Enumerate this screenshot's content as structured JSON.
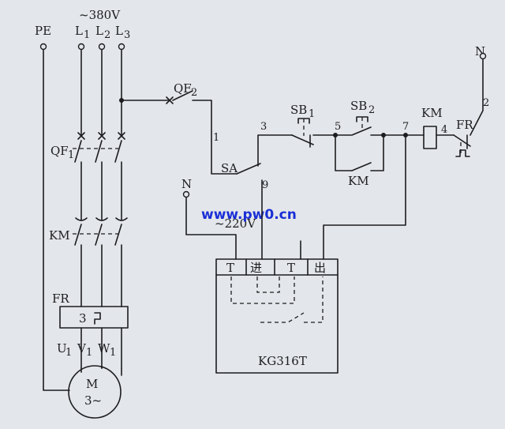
{
  "supply": {
    "voltage": "~380V",
    "pe": "PE",
    "l1": "L",
    "l1_sub": "1",
    "l2": "L",
    "l2_sub": "2",
    "l3": "L",
    "l3_sub": "3"
  },
  "breakers": {
    "qf1": "QF",
    "qf1_sub": "1",
    "qf2": "QF",
    "qf2_sub": "2"
  },
  "contactor": {
    "km_main": "KM",
    "km_coil": "KM",
    "km_aux": "KM"
  },
  "overload": {
    "fr_main": "FR",
    "fr_box_number": "3",
    "fr_contact": "FR"
  },
  "motor": {
    "label": "M",
    "phase": "3~",
    "u1": "U",
    "u1_sub": "1",
    "v1": "V",
    "v1_sub": "1",
    "w1": "W",
    "w1_sub": "1"
  },
  "control": {
    "sb1": "SB",
    "sb1_sub": "1",
    "sb2": "SB",
    "sb2_sub": "2",
    "sa": "SA",
    "neutral_top": "N",
    "neutral_left": "N",
    "wire_1": "1",
    "wire_2": "2",
    "wire_3": "3",
    "wire_4": "4",
    "wire_5": "5",
    "wire_7": "7",
    "wire_9": "9",
    "voltage_220": "~220V"
  },
  "timer": {
    "name": "KG316T",
    "terminals": [
      "T",
      "进",
      "T",
      "出"
    ]
  },
  "watermark": "www.pw0.cn"
}
